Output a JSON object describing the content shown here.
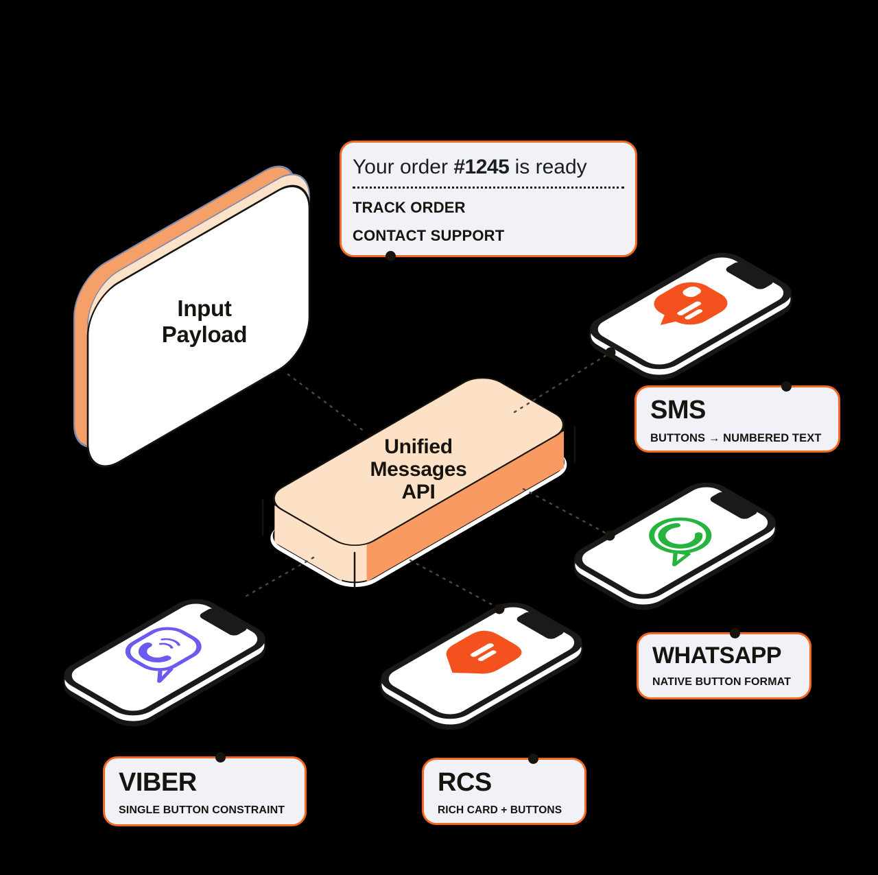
{
  "input_card": {
    "line1": "Input",
    "line2": "Payload"
  },
  "api_box": {
    "line1": "Unified",
    "line2": "Messages",
    "line3": "API"
  },
  "message_preview": {
    "prefix": "Your order ",
    "order_number": "#1245",
    "suffix": " is ready",
    "buttons": [
      "TRACK ORDER",
      "CONTACT SUPPORT"
    ]
  },
  "channels": [
    {
      "id": "sms",
      "name": "SMS",
      "note": "BUTTONS → NUMBERED TEXT",
      "icon": "sms-bubble-icon",
      "icon_color": "#F3511E"
    },
    {
      "id": "whatsapp",
      "name": "WHATSAPP",
      "note": "NATIVE BUTTON FORMAT",
      "icon": "whatsapp-bubble-icon",
      "icon_color": "#27B43E"
    },
    {
      "id": "rcs",
      "name": "RCS",
      "note": "RICH CARD + BUTTONS",
      "icon": "rcs-bubble-icon",
      "icon_color": "#F3511E"
    },
    {
      "id": "viber",
      "name": "VIBER",
      "note": "SINGLE BUTTON CONSTRAINT",
      "icon": "viber-bubble-icon",
      "icon_color": "#6A5AF0"
    }
  ],
  "colors": {
    "background": "#000000",
    "accent_orange": "#F4671F",
    "panel_background": "#F0F2F7",
    "box_top": "#FCE1C6",
    "box_side": "#F89A62",
    "input_edge_orange": "#F5A068",
    "input_edge_peach": "#FBE2C8",
    "slate_stroke": "#7F88AC",
    "outline": "#17140F",
    "connector": "#474747"
  }
}
